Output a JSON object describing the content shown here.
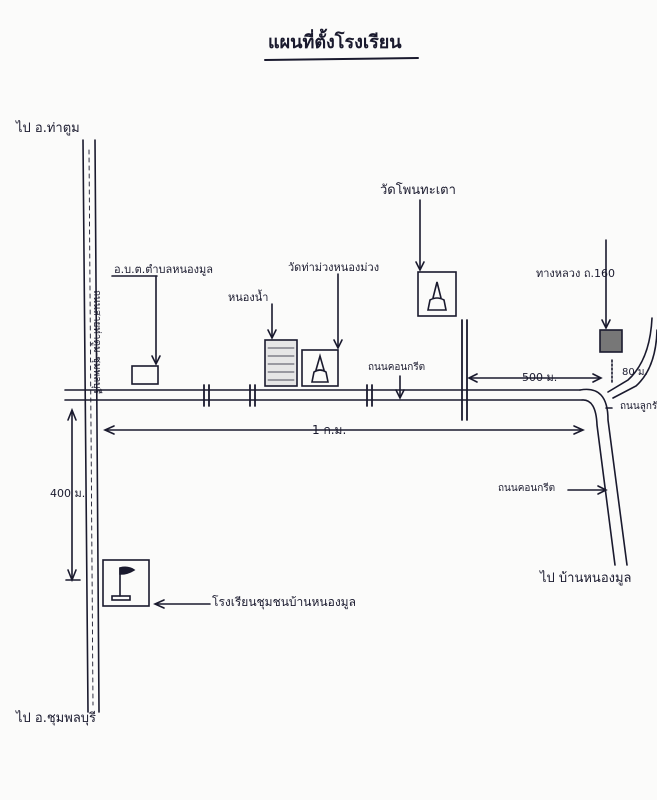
{
  "map": {
    "title": "แผนที่ตั้งโรงเรียน",
    "labels": {
      "north_road_end": "ไป อ.ท่าตูม",
      "south_road_end": "ไป อ.ชุมพลบุรี",
      "main_road_vertical": "ถนนสายท่าตูม-ชุมพลบุรี",
      "se_road_end": "ไป บ้านหนองมูล",
      "subdistrict_office": "อ.บ.ต.ตำบลหนองมูล",
      "pond": "หนองน้ำ",
      "temple_near": "วัดท่าม่วงหนองม่วง",
      "temple_far": "วัดโพนทะเตา",
      "concrete_road_1": "ถนนคอนกรีต",
      "concrete_road_2": "ถนนคอนกรีต",
      "concrete_road_3": "ถนนลูกรัง",
      "highway": "ทางหลวง ถ.160",
      "dist_500m": "500 ม.",
      "dist_80m": "80 ม.",
      "dist_1km": "1 ก.ม.",
      "dist_400m": "400 ม.",
      "school": "โรงเรียนชุมชนบ้านหนองมูล"
    },
    "icons": {
      "temple": "temple-icon",
      "school_flag": "flag-icon",
      "building": "building-icon"
    },
    "colors": {
      "ink": "#1a1a2e",
      "paper": "#fbfbfa"
    }
  }
}
